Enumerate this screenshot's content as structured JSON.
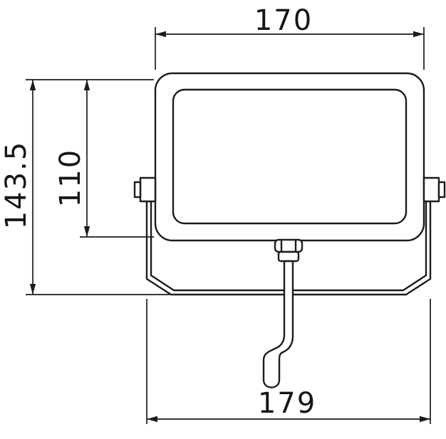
{
  "colors": {
    "line": "#1c1c1c",
    "background": "#ffffff"
  },
  "drawing": {
    "type": "technical-dimension-drawing",
    "view": "floodlight-front-view",
    "dimensions": {
      "top_width": "170",
      "housing_height": "110",
      "overall_height": "143.5",
      "bracket_width": "179"
    }
  }
}
